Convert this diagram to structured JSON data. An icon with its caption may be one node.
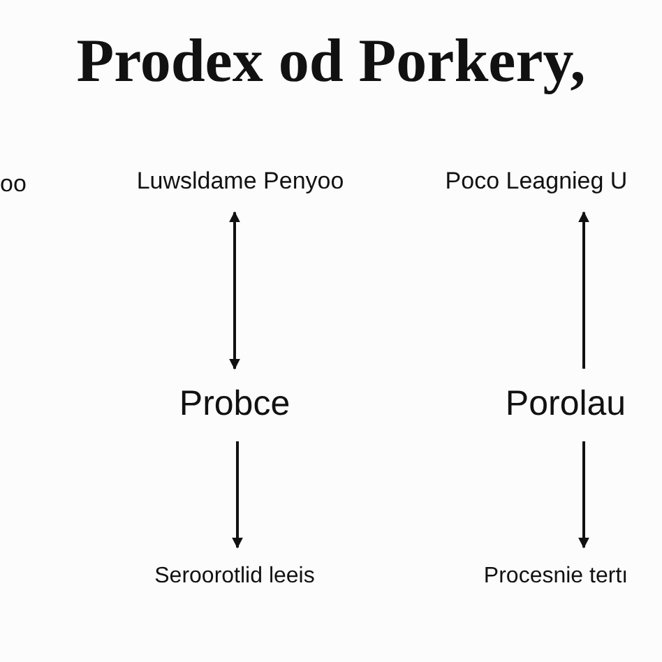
{
  "diagram": {
    "title": "Prodex od Porkery,",
    "nodes": [
      {
        "text": [
          "Luwsldame Penyoo"
        ]
      },
      {
        "text": [
          "Poco Leagnieg U"
        ]
      },
      {
        "text": [
          "Probce"
        ]
      },
      {
        "text": [
          "Porolau"
        ]
      },
      {
        "text": [
          "Seroorotlid leeis"
        ]
      },
      {
        "text": [
          "Procesnie tertı"
        ]
      }
    ],
    "edges": [
      {
        "from": 0,
        "to": 2,
        "arrow": "both"
      },
      {
        "from": 3,
        "to": 1,
        "arrow": "to"
      },
      {
        "from": 2,
        "to": 4,
        "arrow": "to"
      },
      {
        "from": 3,
        "to": 5,
        "arrow": "to"
      }
    ],
    "labels": [
      "oo"
    ]
  }
}
